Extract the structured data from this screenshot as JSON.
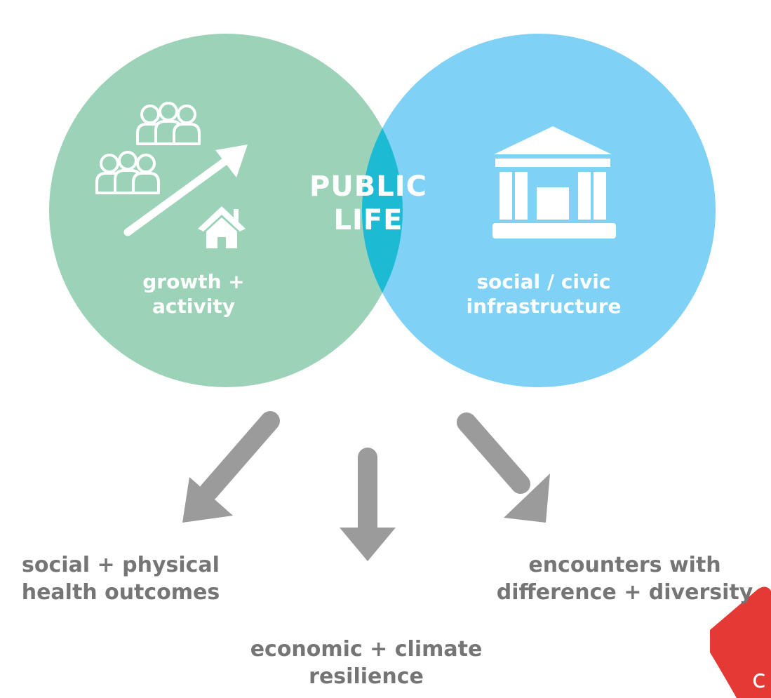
{
  "colors": {
    "growth_circle": "#9cd3b8",
    "infrastructure_circle": "#7fd1f5",
    "overlap": "#1dbbd3",
    "arrows": "#9b9b9b",
    "outcome_text": "#757575",
    "corner_badge": "#e53935"
  },
  "venn": {
    "center": {
      "line1": "PUBLIC",
      "line2": "LIFE"
    },
    "left": {
      "icons": [
        "people-group-icon",
        "people-group-icon",
        "trend-arrow-icon",
        "house-icon"
      ],
      "line1": "growth +",
      "line2": "activity"
    },
    "right": {
      "icons": [
        "civic-building-icon"
      ],
      "line1": "social / civic",
      "line2": "infrastructure"
    }
  },
  "outcomes": [
    {
      "line1": "social + physical",
      "line2": "health outcomes"
    },
    {
      "line1": "economic + climate",
      "line2": "resilience"
    },
    {
      "line1": "encounters with",
      "line2": "difference + diversity"
    }
  ],
  "corner_badge": {
    "text": "c"
  }
}
